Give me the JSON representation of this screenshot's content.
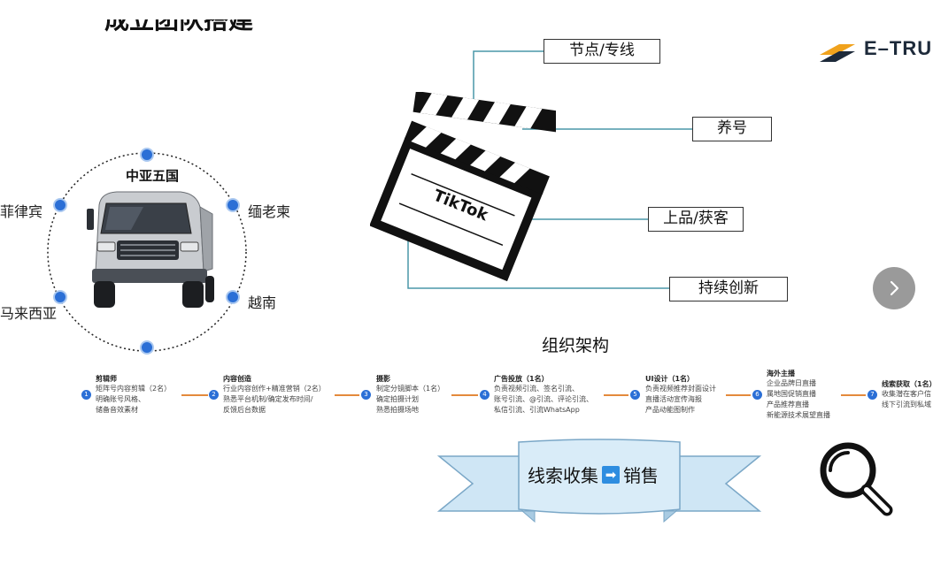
{
  "slide": {
    "top_title": "成立团队搭建",
    "logo_text": "E–TRU"
  },
  "region": {
    "center_title": "中亚五国",
    "labels": {
      "philippines": "菲律宾",
      "myanmar": "缅老柬",
      "malaysia": "马来西亚",
      "vietnam": "越南"
    }
  },
  "tiktok": {
    "clapper_text": "TikTok",
    "boxes": {
      "node": "节点/专线",
      "account": "养号",
      "listing": "上品/获客",
      "innovation": "持续创新"
    }
  },
  "org": {
    "title": "组织架构",
    "steps": [
      {
        "num": "1",
        "head": "剪辑师",
        "lines": [
          "矩阵号内容剪辑（2名）",
          "明确账号风格、",
          "储备音效素材"
        ]
      },
      {
        "num": "2",
        "head": "内容创造",
        "lines": [
          "行业内容创作+精准营销（2名）",
          "熟悉平台机制/确定发布时间/",
          "反馈后台数据"
        ]
      },
      {
        "num": "3",
        "head": "摄影",
        "lines": [
          "制定分镜脚本（1名）",
          "确定拍摄计划",
          "熟悉拍摄场地"
        ]
      },
      {
        "num": "4",
        "head": "广告投放（1名）",
        "lines": [
          "负责视频引流、签名引流、",
          "账号引流、@引流、评论引流、",
          "私信引流、引流WhatsApp"
        ]
      },
      {
        "num": "5",
        "head": "UI设计（1名）",
        "lines": [
          "负责视频推荐封面设计",
          "直播活动宣传海报",
          "产品动能图制作"
        ]
      },
      {
        "num": "6",
        "head": "海外主播",
        "lines": [
          "企业品牌日直播",
          "属地国促销直播",
          "产品推荐直播",
          "新能源技术展望直播"
        ]
      },
      {
        "num": "7",
        "head": "线索获取（1名）",
        "lines": [
          "收集潜在客户信",
          "线下引流到私域"
        ]
      }
    ]
  },
  "banner": {
    "left": "线索收集",
    "arrow": "➡",
    "right": "销售"
  },
  "colors": {
    "dot_blue": "#2b6fd6",
    "flow_arrow": "#e48a3c",
    "banner_fill": "#cfe6f5",
    "banner_stroke": "#7aa7c7",
    "line_teal": "#4a97a8"
  },
  "icons": {
    "next": "chevron-right-icon",
    "search": "magnifier-icon",
    "clapper": "clapperboard-icon",
    "truck": "truck-image"
  }
}
